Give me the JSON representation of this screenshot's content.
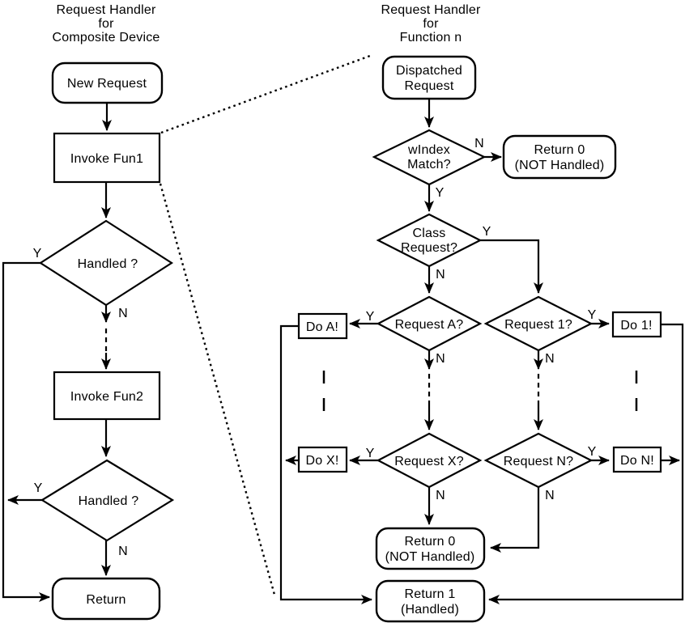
{
  "diagram": {
    "left": {
      "title_line1": "Request Handler",
      "title_line2": "for",
      "title_line3": "Composite Device",
      "new_request": "New Request",
      "invoke_fun1": "Invoke Fun1",
      "handled_1": "Handled ?",
      "invoke_fun2": "Invoke Fun2",
      "handled_2": "Handled ?",
      "return": "Return"
    },
    "right": {
      "title_line1": "Request Handler",
      "title_line2": "for",
      "title_line3": "Function n",
      "dispatched_line1": "Dispatched",
      "dispatched_line2": "Request",
      "windex_line1": "wIndex",
      "windex_line2": "Match?",
      "return0_top_line1": "Return 0",
      "return0_top_line2": "(NOT Handled)",
      "class_line1": "Class",
      "class_line2": "Request?",
      "request_a": "Request A?",
      "do_a": "Do A!",
      "request_1": "Request 1?",
      "do_1": "Do 1!",
      "request_x": "Request X?",
      "do_x": "Do X!",
      "request_n": "Request N?",
      "do_n": "Do N!",
      "return0_bottom_line1": "Return 0",
      "return0_bottom_line2": "(NOT Handled)",
      "return1_line1": "Return 1",
      "return1_line2": "(Handled)"
    },
    "labels": {
      "yes": "Y",
      "no": "N"
    },
    "colors": {
      "stroke": "#000000",
      "background": "#ffffff",
      "text": "#000000"
    }
  }
}
